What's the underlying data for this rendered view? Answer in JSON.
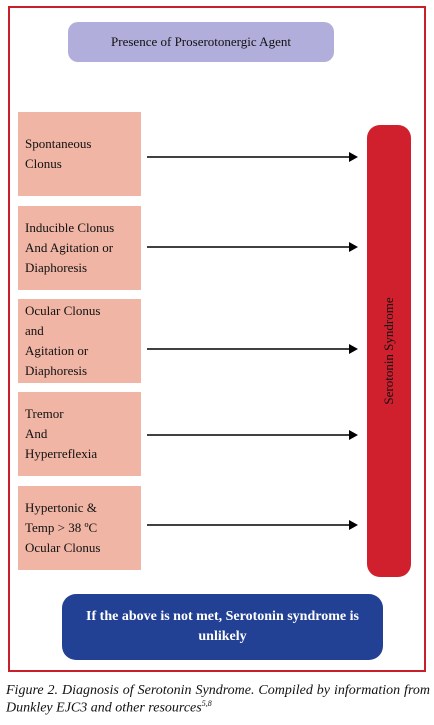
{
  "diagram": {
    "agent_label": "Presence of Proserotonergic Agent",
    "criteria": [
      {
        "label": "Spontaneous\nClonus"
      },
      {
        "label": "Inducible Clonus\nAnd Agitation or\nDiaphoresis"
      },
      {
        "label": "Ocular Clonus\nand\nAgitation or\nDiaphoresis"
      },
      {
        "label": "Tremor\nAnd\nHyperreflexia"
      },
      {
        "label": "Hypertonic &\nTemp > 38 ºC\nOcular Clonus"
      }
    ],
    "outcome_label": "Serotonin Syndrome",
    "negative_note": "If the above is not met, Serotonin syndrome is unlikely",
    "colors": {
      "frame": "#c8202a",
      "agent_box": "#b1aedb",
      "criteria_box": "#f0b5a4",
      "outcome_bar": "#d0202e",
      "note_box": "#234194"
    }
  },
  "caption": {
    "text": "Figure 2. Diagnosis of Serotonin Syndrome. Compiled by information from Dunkley EJC3 and other resources",
    "superscript": "5,8"
  }
}
